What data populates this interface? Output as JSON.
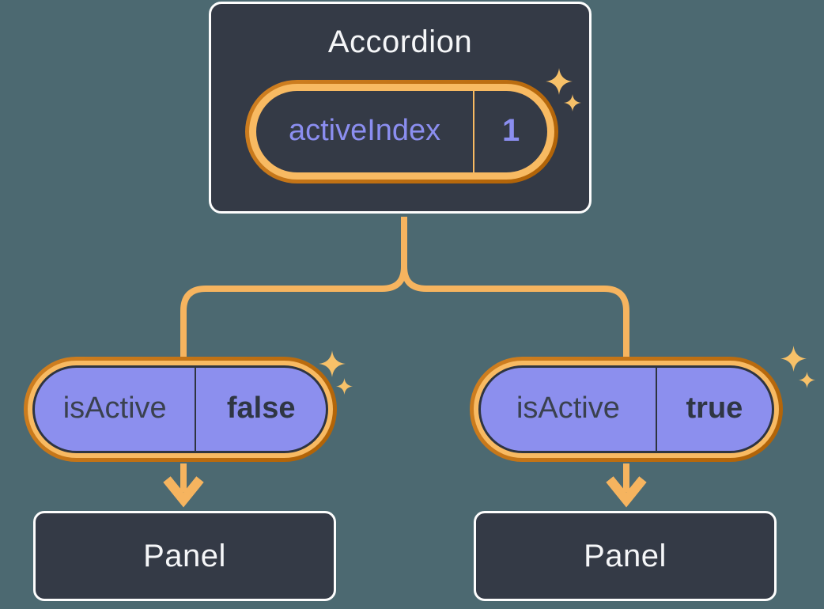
{
  "diagram": {
    "description": "React lifting-state-up tree: Accordion parent holds activeIndex state, passes isActive props to two Panel children",
    "background_color": "#4c6971",
    "accordion": {
      "title": "Accordion",
      "state": {
        "name": "activeIndex",
        "value": "1"
      }
    },
    "children": [
      {
        "prop": {
          "name": "isActive",
          "value": "false"
        },
        "panel": {
          "title": "Panel"
        }
      },
      {
        "prop": {
          "name": "isActive",
          "value": "true"
        },
        "panel": {
          "title": "Panel"
        }
      }
    ],
    "icons": {
      "sparkle": "four-point-star"
    },
    "colors": {
      "node_fill": "#343a46",
      "node_border": "#fdfdfd",
      "node_text": "#f5f6f8",
      "ring_outer_orange": "#b26408",
      "ring_inner_orange": "#f8ba62",
      "connector_orange": "#f6b45f",
      "sparkle_orange": "#f7c169",
      "prop_pill_fill": "#8c8fee",
      "prop_pill_border": "#2e3440",
      "prop_text": "#3a414e",
      "state_text": "#8b8ef0"
    }
  }
}
